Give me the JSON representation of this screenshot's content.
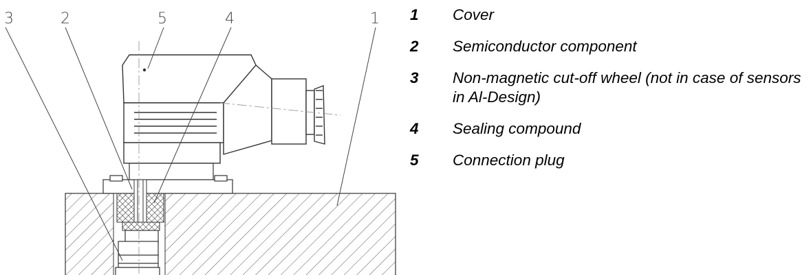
{
  "callouts": [
    "3",
    "2",
    "5",
    "4",
    "1"
  ],
  "legend": [
    {
      "num": "1",
      "text": "Cover"
    },
    {
      "num": "2",
      "text": "Semiconductor component"
    },
    {
      "num": "3",
      "text": "Non-magnetic cut-off wheel (not in case of sensors in Al-Design)"
    },
    {
      "num": "4",
      "text": "Sealing compound"
    },
    {
      "num": "5",
      "text": "Connection plug"
    }
  ]
}
